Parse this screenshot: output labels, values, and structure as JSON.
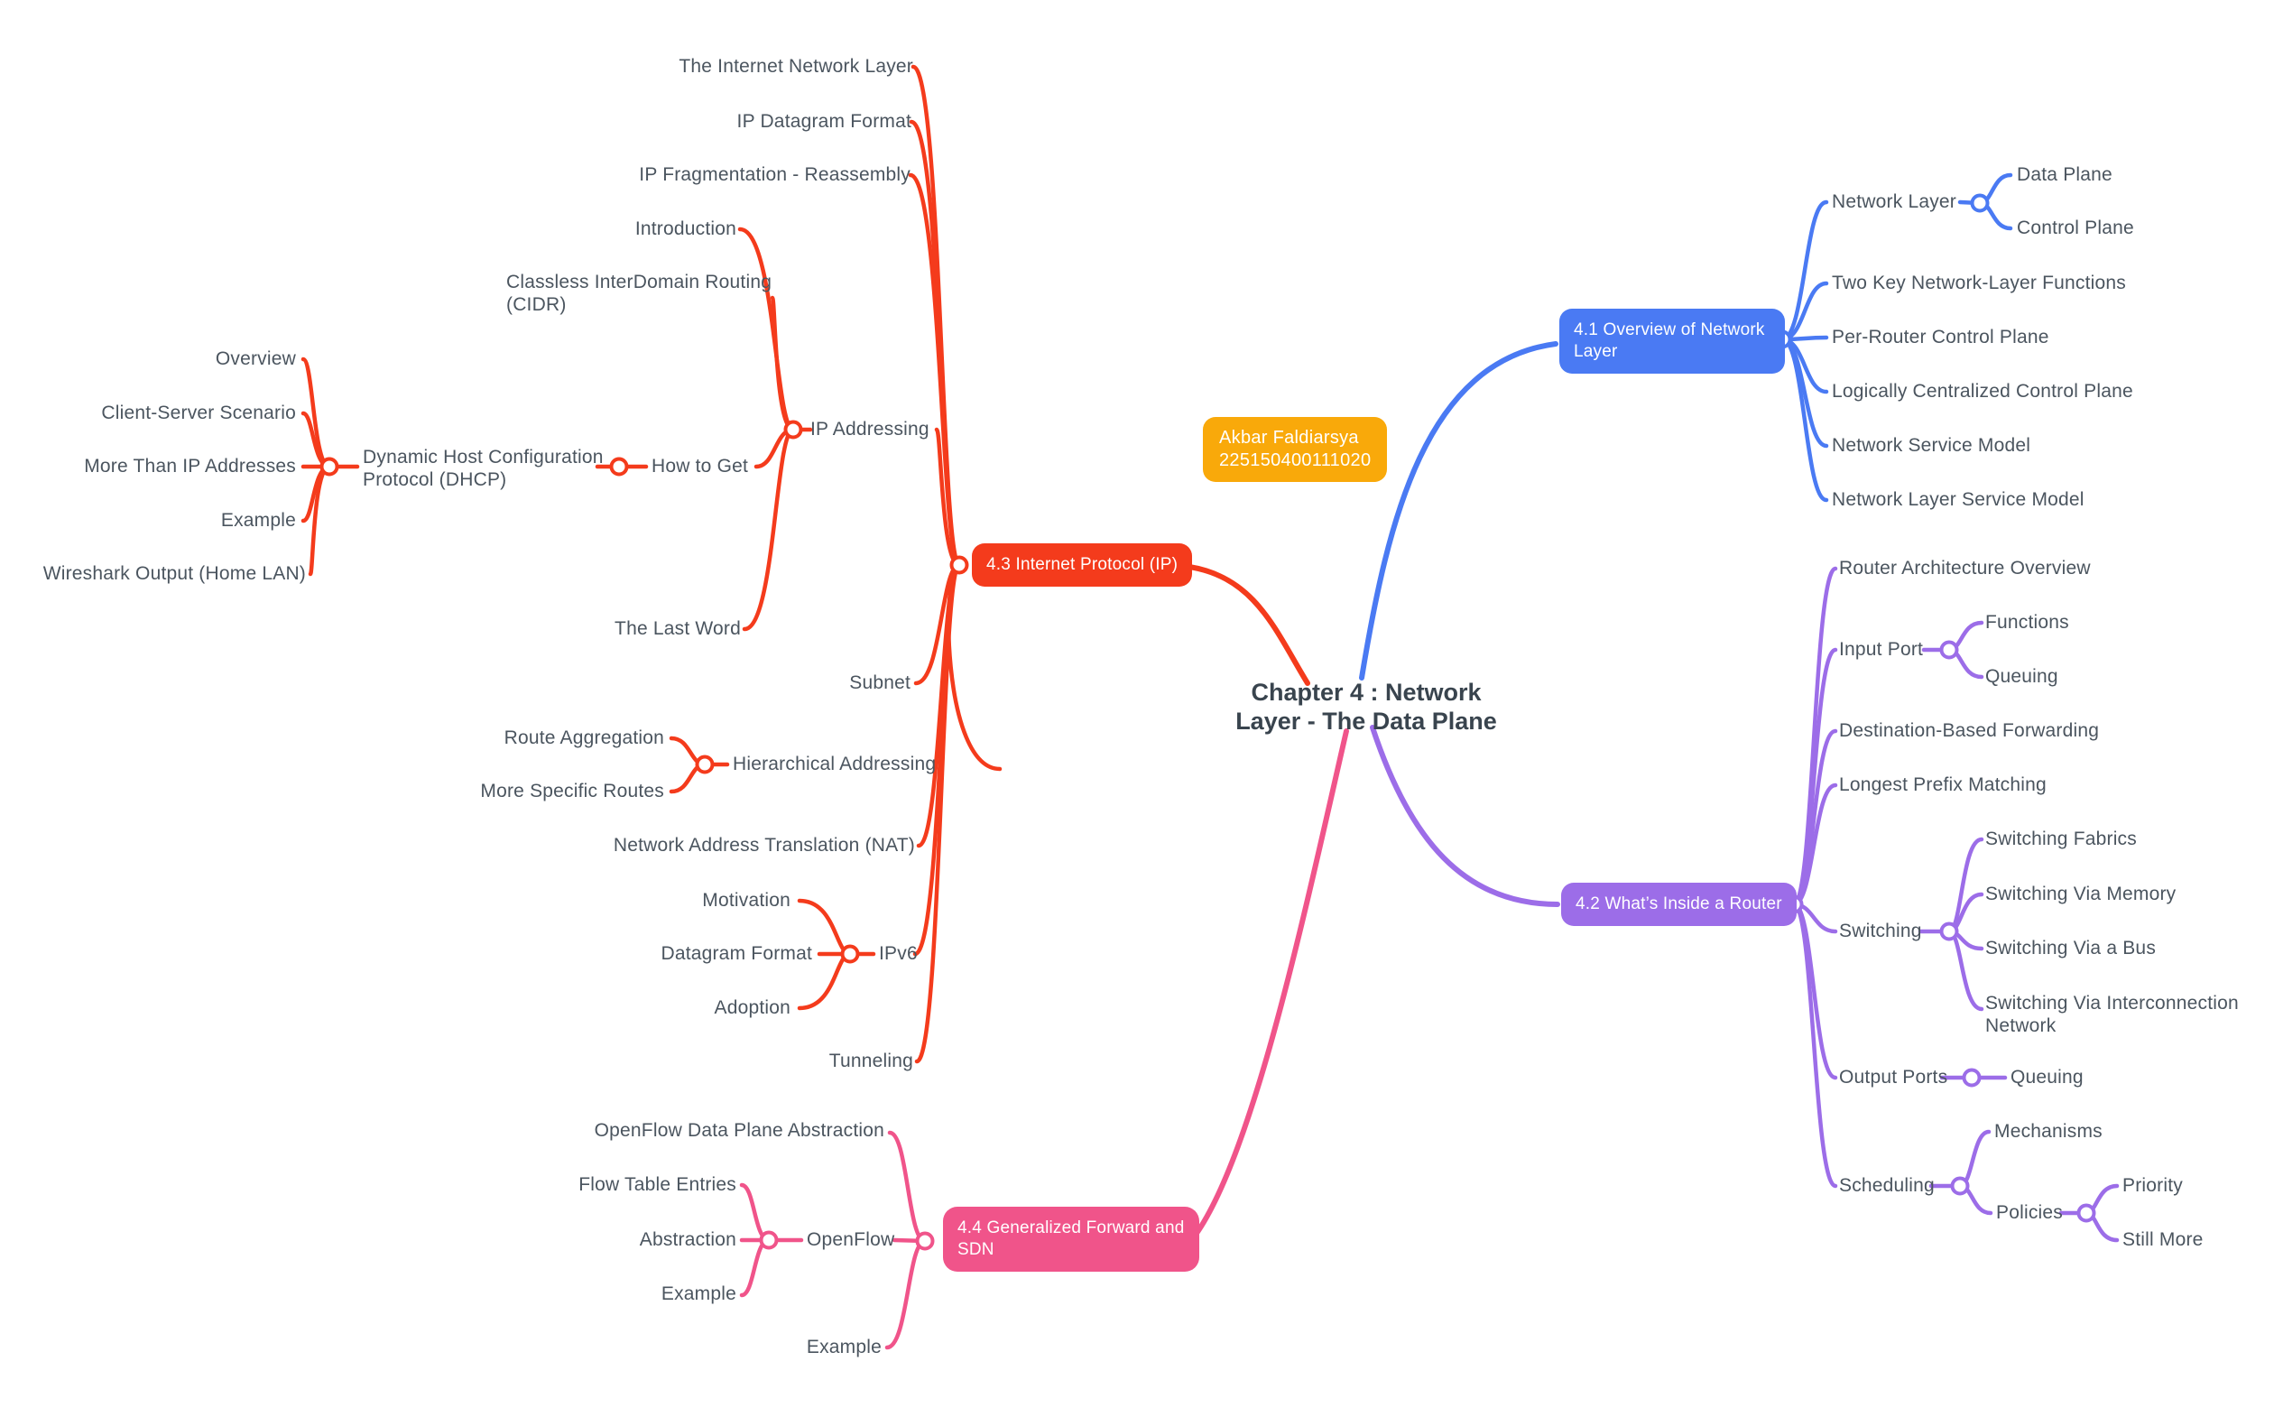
{
  "map": {
    "center": {
      "line1": "Chapter 4 : Network",
      "line2": "Layer - The Data Plane"
    },
    "badge": {
      "line1": "Akbar Faldiarsya",
      "line2": "225150400111020"
    },
    "colors": {
      "b1_blue": "#4a7af3",
      "b2_purple": "#9c6de8",
      "b3_red": "#f43b1c",
      "b4_pink": "#f0548a",
      "badge_amber": "#f9a90a",
      "text_gray": "#4b555f",
      "title_dark": "#39444e"
    },
    "b1": {
      "label": "4.1 Overview of Network Layer",
      "items": {
        "networkLayer": "Network Layer",
        "dataPlane": "Data Plane",
        "controlPlane": "Control Plane",
        "twoKey": "Two Key Network-Layer Functions",
        "perRouter": "Per-Router Control Plane",
        "logically": "Logically Centralized Control Plane",
        "serviceModel": "Network Service Model",
        "layerServiceModel": "Network Layer Service Model"
      }
    },
    "b2": {
      "label": "4.2 What’s Inside a Router",
      "items": {
        "routerArch": "Router Architecture Overview",
        "inputPort": "Input Port",
        "functions": "Functions",
        "queuingIn": "Queuing",
        "destBased": "Destination-Based Forwarding",
        "longestPrefix": "Longest Prefix Matching",
        "switching": "Switching",
        "switchingFabrics": "Switching Fabrics",
        "viaMemory": "Switching Via Memory",
        "viaBus": "Switching Via a Bus",
        "viaInterconnect": "Switching Via Interconnection Network",
        "outputPorts": "Output Ports",
        "queuingOut": "Queuing",
        "scheduling": "Scheduling",
        "mechanisms": "Mechanisms",
        "policies": "Policies",
        "priority": "Priority",
        "stillMore": "Still More"
      }
    },
    "b3": {
      "label": "4.3 Internet Protocol (IP)",
      "items": {
        "inetNetLayer": "The Internet Network Layer",
        "datagramFormat": "IP Datagram Format",
        "fragmentation": "IP Fragmentation - Reassembly",
        "introduction": "Introduction",
        "cidr": "Classless InterDomain Routing (CIDR)",
        "ipAddressing": "IP Addressing",
        "howToGet": "How to Get",
        "dhcp": "Dynamic Host Configuration Protocol (DHCP)",
        "overview": "Overview",
        "clientServer": "Client-Server Scenario",
        "moreThanIp": "More Than IP Addresses",
        "example": "Example",
        "wireshark": "Wireshark Output (Home LAN)",
        "lastWord": "The Last Word",
        "subnet": "Subnet",
        "hierarchical": "Hierarchical Addressing",
        "routeAgg": "Route Aggregation",
        "moreSpecific": "More Specific Routes",
        "nat": "Network Address Translation (NAT)",
        "ipv6": "IPv6",
        "motivation": "Motivation",
        "v6Datagram": "Datagram Format",
        "adoption": "Adoption",
        "tunneling": "Tunneling"
      }
    },
    "b4": {
      "label": "4.4 Generalized Forward and SDN",
      "items": {
        "ofdpa": "OpenFlow Data Plane Abstraction",
        "openflow": "OpenFlow",
        "flowTable": "Flow Table Entries",
        "abstraction": "Abstraction",
        "exampleInner": "Example",
        "exampleOuter": "Example"
      }
    }
  }
}
